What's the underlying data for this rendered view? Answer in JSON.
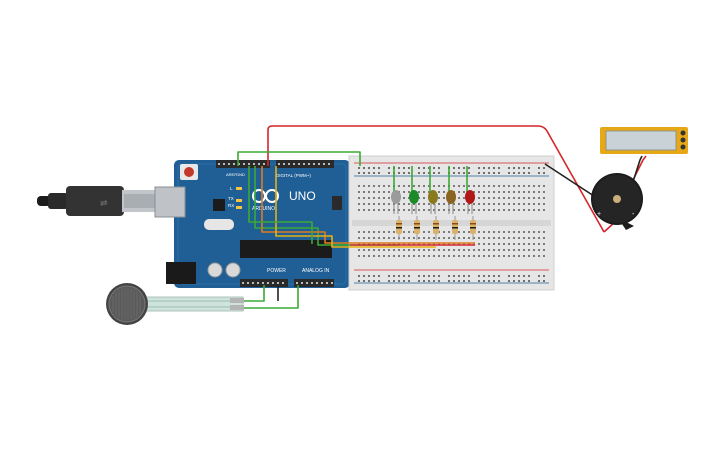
{
  "arduino": {
    "model_label": "UNO",
    "brand_label": "ARDUINO",
    "digital_label": "DIGITAL (PWM~)",
    "power_label": "POWER",
    "analog_label": "ANALOG IN",
    "tx_label": "TX",
    "rx_label": "RX",
    "l_label": "L",
    "aref_label": "AREF",
    "gnd_label": "GND",
    "body_color": "#1f5f95"
  },
  "leds": [
    {
      "name": "led-gray",
      "color": "#9b9b9b"
    },
    {
      "name": "led-green",
      "color": "#1d8a2a"
    },
    {
      "name": "led-olive",
      "color": "#8a7a1e"
    },
    {
      "name": "led-brown",
      "color": "#8a6420"
    },
    {
      "name": "led-red",
      "color": "#b01717"
    }
  ],
  "buzzer": {
    "plus": "+",
    "minus": "-"
  },
  "colors": {
    "wire_red": "#d5252a",
    "wire_green": "#3aaa35",
    "wire_yellow": "#e6b012",
    "wire_orange": "#e07a1b",
    "wire_black": "#222222",
    "breadboard": "#e6e6e6",
    "lcd_frame": "#e6a817",
    "lcd_screen": "#c9d2d6"
  }
}
